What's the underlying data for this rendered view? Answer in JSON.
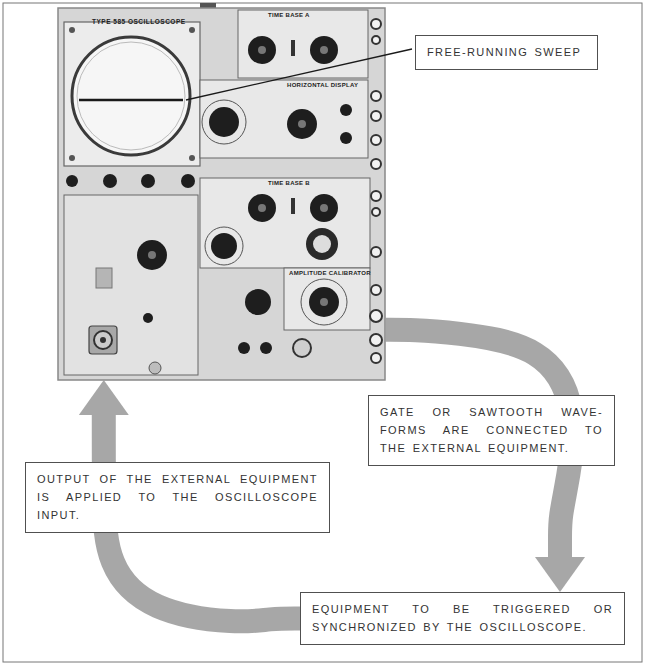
{
  "diagram": {
    "nodes": [
      {
        "text": [
          "TYPE 585 OSCILLOSCOPE"
        ]
      },
      {
        "text": [
          "FREE-RUNNING SWEEP"
        ]
      },
      {
        "text": [
          "GATE OR SAWTOOTH WAVE- FORMS ARE CONNECTED TO THE EXTERNAL EQUIPMENT."
        ]
      },
      {
        "text": [
          "OUTPUT OF THE EXTERNAL EQUIPMENT IS APPLIED TO THE OSCILLOSCOPE INPUT."
        ]
      },
      {
        "text": [
          "EQUIPMENT TO BE TRIGGERED OR SYNCHRONIZED BY THE OSCILLOSCOPE."
        ]
      }
    ],
    "edges": [
      {
        "from": 0,
        "to": 4,
        "arrow": "to"
      },
      {
        "from": 4,
        "to": 0,
        "arrow": "to"
      }
    ],
    "labels": [
      "TIME BASE A",
      "HORIZONTAL DISPLAY",
      "TIME BASE B",
      "AMPLITUDE CALIBRATOR"
    ]
  }
}
